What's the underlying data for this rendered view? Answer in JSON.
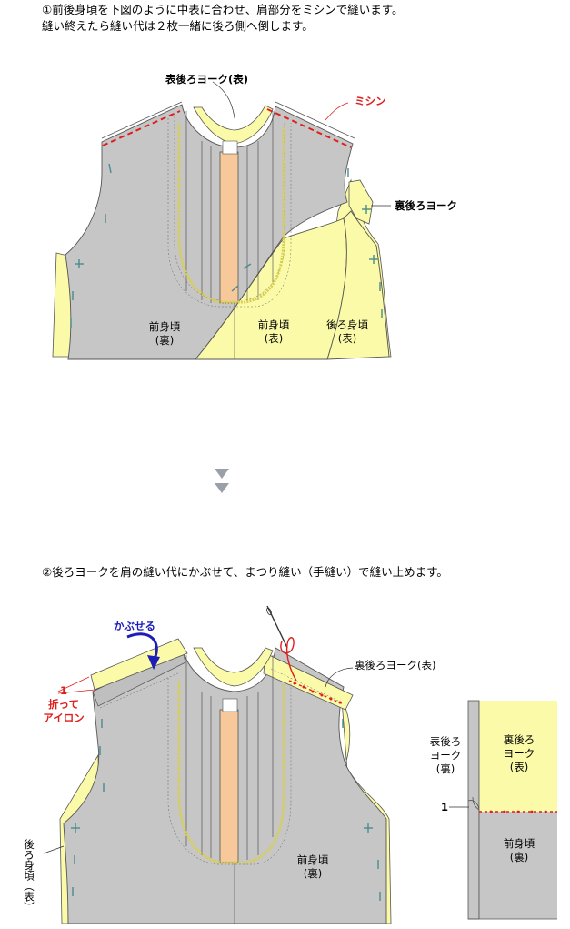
{
  "step1": {
    "line1": "①前後身頃を下図のように中表に合わせ、肩部分をミシンで縫います。",
    "line2": "縫い終えたら縫い代は２枚一緒に後ろ側へ倒します。",
    "labels": {
      "outer_back_yoke": "表後ろヨーク(表)",
      "machine": "ミシン",
      "inner_back_yoke": "裏後ろヨーク",
      "front_body_wrong_1": "前身頃",
      "front_body_wrong_2": "(裏)",
      "front_body_right_1": "前身頃",
      "front_body_right_2": "(表)",
      "back_body_right_1": "後ろ身頃",
      "back_body_right_2": "(表)"
    }
  },
  "step2": {
    "line1": "②後ろヨークを肩の縫い代にかぶせて、まつり縫い（手縫い）で縫い止めます。",
    "labels": {
      "cover": "かぶせる",
      "fold_num": "1",
      "fold_1": "折って",
      "fold_2": "アイロン",
      "inner_back_yoke_right": "裏後ろヨーク(表)",
      "back_body_vertical": "後ろ身頃（表）",
      "front_body_wrong_1": "前身頃",
      "front_body_wrong_2": "(裏)"
    }
  },
  "detail": {
    "outer_yoke_1": "表後ろ",
    "outer_yoke_2": "ヨーク",
    "outer_yoke_3": "(裏)",
    "inner_yoke_1": "裏後ろ",
    "inner_yoke_2": "ヨーク",
    "inner_yoke_3": "(表)",
    "num": "1",
    "front_1": "前身頃",
    "front_2": "(裏)"
  },
  "colors": {
    "fabric_gray": "#c6c6c6",
    "fabric_yellow": "#fafaa8",
    "placket_orange": "#f7c89a",
    "stitch_red": "#e01e1e",
    "mark_teal": "#4a8c8c",
    "arrow_blue": "#1d1db8",
    "next_arrow": "#9aa0aa"
  },
  "icons": [
    "down-arrow-icon",
    "curved-arrow-icon",
    "needle-icon"
  ]
}
